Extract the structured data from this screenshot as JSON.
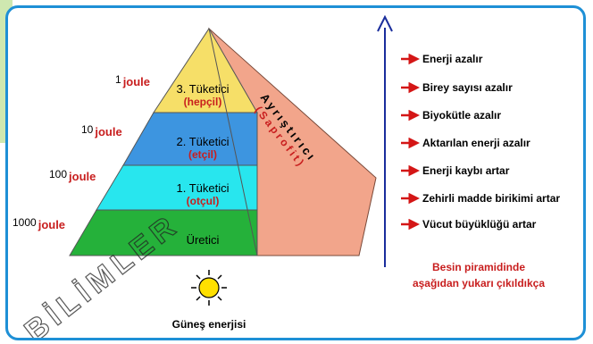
{
  "pyramid": {
    "levels": [
      {
        "energy_num": "1",
        "energy_unit": "joule",
        "title": "3. Tüketici",
        "sub": "(hepçil)",
        "color": "#f6df68"
      },
      {
        "energy_num": "10",
        "energy_unit": "joule",
        "title": "2. Tüketici",
        "sub": "(etçil)",
        "color": "#3d95e0"
      },
      {
        "energy_num": "100",
        "energy_unit": "joule",
        "title": "1. Tüketici",
        "sub": "(otçul)",
        "color": "#28e6ee"
      },
      {
        "energy_num": "1000",
        "energy_unit": "joule",
        "title": "Üretici",
        "sub": "",
        "color": "#25b13a"
      }
    ],
    "side_face_color": "#f2a58b",
    "side_label_top": "Ayrıştırıcı",
    "side_label_bottom": "(Saprofit)"
  },
  "sun": {
    "label": "Güneş enerjisi",
    "color": "#ffe000"
  },
  "facts": [
    "Enerji azalır",
    "Birey sayısı azalır",
    "Biyokütle azalır",
    "Aktarılan enerji azalır",
    "Enerji kaybı artar",
    "Zehirli madde birikimi artar",
    "Vücut büyüklüğü artar"
  ],
  "caption": {
    "line1": "Besin piramidinde",
    "line2": "aşağıdan yukarı çıkıldıkça"
  },
  "watermark": "BİLİMLER",
  "colors": {
    "frame": "#1e90d6",
    "arrow_up": "#1a2d9c",
    "red_arrow": "#d41616"
  }
}
